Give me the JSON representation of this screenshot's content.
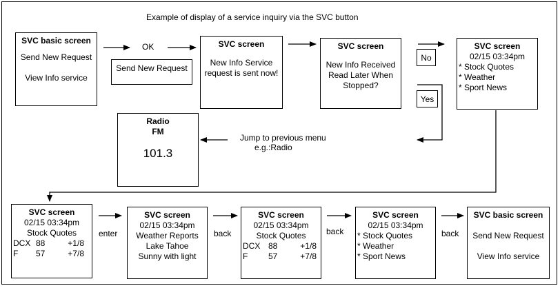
{
  "title": "Example of display of a service inquiry via the SVC button",
  "labels": {
    "ok": "OK",
    "enter": "enter",
    "back": "back",
    "jump1": "Jump to previous menu",
    "jump2": "e.g.:Radio"
  },
  "choices": {
    "no": "No",
    "yes": "Yes"
  },
  "b1": {
    "title": "SVC basic screen",
    "line1": "Send New Request",
    "line2": "View Info service"
  },
  "send_box": {
    "label": "Send New Request"
  },
  "b2": {
    "title": "SVC screen",
    "line1": "New Info Service",
    "line2": "request is sent now!"
  },
  "b3": {
    "title": "SVC screen",
    "line1": "New Info Received",
    "line2": "Read Later When",
    "line3": "Stopped?"
  },
  "b4": {
    "title": "SVC screen",
    "datetime": "02/15  03:34pm",
    "items": [
      "* Stock Quotes",
      "* Weather",
      "* Sport News"
    ]
  },
  "radio": {
    "title1": "Radio",
    "title2": "FM",
    "freq": "101.3"
  },
  "b5": {
    "title": "SVC screen",
    "datetime": "02/15  03:34pm",
    "heading": "Stock Quotes",
    "rows": [
      {
        "sym": "DCX",
        "val": "88",
        "chg": "+1/8"
      },
      {
        "sym": "F",
        "val": "57",
        "chg": "+7/8"
      }
    ]
  },
  "b6": {
    "title": "SVC screen",
    "datetime": "02/15  03:34pm",
    "line1": "Weather Reports",
    "line2": "Lake Tahoe",
    "line3": "Sunny with light"
  },
  "b7": {
    "title": "SVC screen",
    "datetime": "02/15  03:34pm",
    "heading": "Stock Quotes",
    "rows": [
      {
        "sym": "DCX",
        "val": "88",
        "chg": "+1/8"
      },
      {
        "sym": "F",
        "val": "57",
        "chg": "+7/8"
      }
    ]
  },
  "b8": {
    "title": "SVC screen",
    "datetime": "02/15  03:34pm",
    "items": [
      "* Stock Quotes",
      "* Weather",
      "* Sport News"
    ]
  },
  "b9": {
    "title": "SVC basic screen",
    "line1": "Send New Request",
    "line2": "View Info service"
  }
}
